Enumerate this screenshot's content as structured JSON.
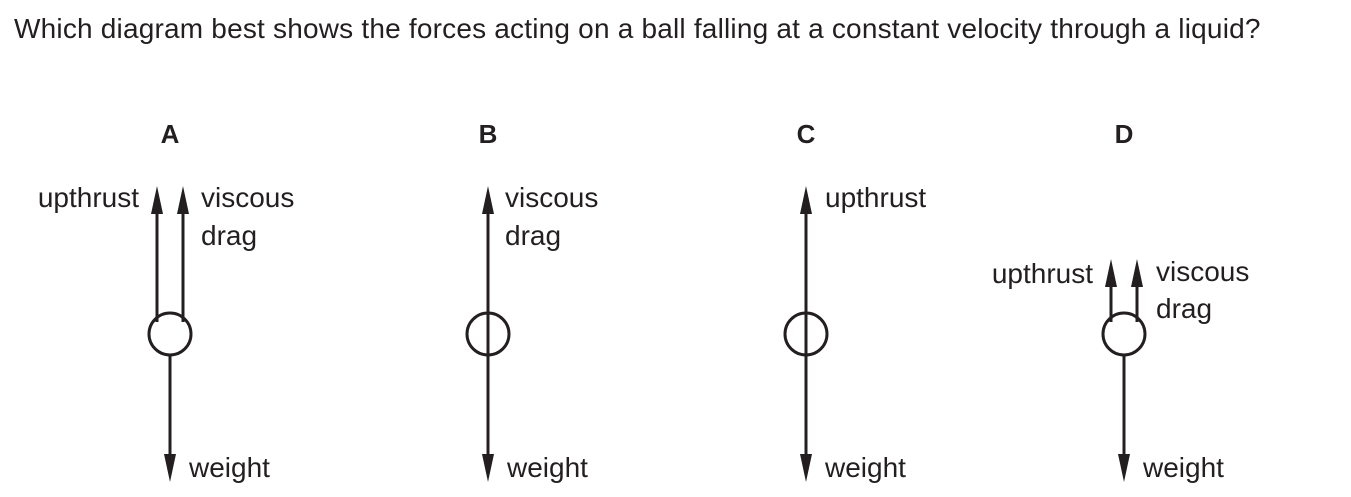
{
  "question": "Which diagram best shows the forces acting on a ball falling at a constant velocity through a liquid?",
  "options": [
    {
      "letter": "A",
      "labels": {
        "upthrust": "upthrust",
        "viscous_drag": [
          "viscous",
          "drag"
        ],
        "weight": "weight"
      }
    },
    {
      "letter": "B",
      "labels": {
        "viscous_drag": [
          "viscous",
          "drag"
        ],
        "weight": "weight"
      }
    },
    {
      "letter": "C",
      "labels": {
        "upthrust": "upthrust",
        "weight": "weight"
      }
    },
    {
      "letter": "D",
      "labels": {
        "upthrust": "upthrust",
        "viscous_drag": [
          "viscous",
          "drag"
        ],
        "weight": "weight"
      }
    }
  ]
}
